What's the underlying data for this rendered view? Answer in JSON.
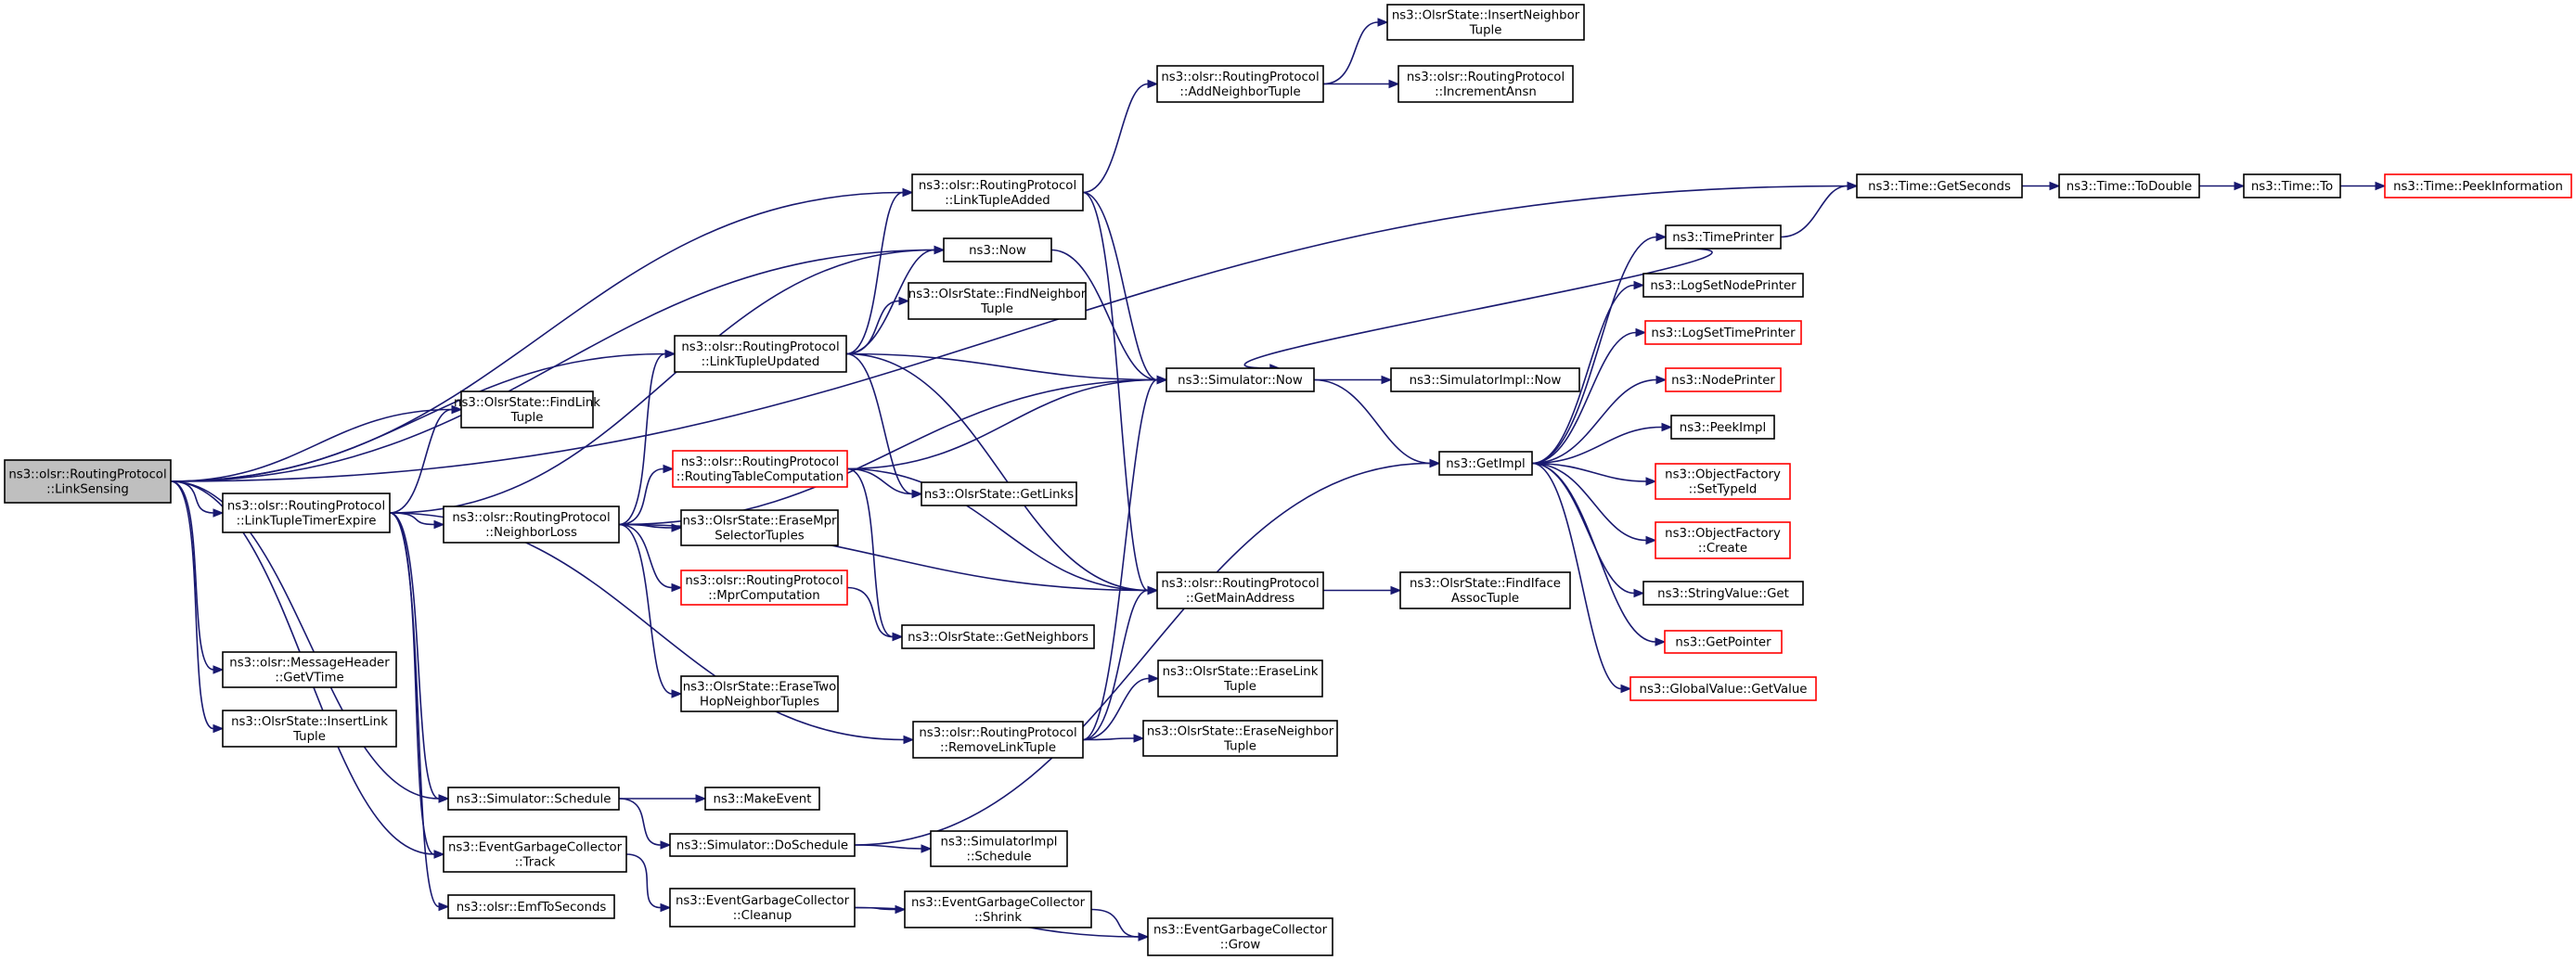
{
  "colors": {
    "edge": "#191970",
    "node_border": "#000000",
    "truncated_border": "#ff0000",
    "root_fill": "#bfbfbf"
  },
  "nodes": [
    {
      "id": "root",
      "lines": [
        "ns3::olsr::RoutingProtocol",
        "::LinkSensing"
      ],
      "style": "root"
    },
    {
      "id": "linkTupleTimerExpire",
      "lines": [
        "ns3::olsr::RoutingProtocol",
        "::LinkTupleTimerExpire"
      ],
      "style": "normal"
    },
    {
      "id": "getVTime",
      "lines": [
        "ns3::olsr::MessageHeader",
        "::GetVTime"
      ],
      "style": "normal"
    },
    {
      "id": "insertLinkTuple",
      "lines": [
        "ns3::OlsrState::InsertLink",
        "Tuple"
      ],
      "style": "normal"
    },
    {
      "id": "findLinkTuple",
      "lines": [
        "ns3::OlsrState::FindLink",
        "Tuple"
      ],
      "style": "normal"
    },
    {
      "id": "neighborLoss",
      "lines": [
        "ns3::olsr::RoutingProtocol",
        "::NeighborLoss"
      ],
      "style": "normal"
    },
    {
      "id": "linkTupleUpdated",
      "lines": [
        "ns3::olsr::RoutingProtocol",
        "::LinkTupleUpdated"
      ],
      "style": "normal"
    },
    {
      "id": "eraseTwoHop",
      "lines": [
        "ns3::OlsrState::EraseTwo",
        "HopNeighborTuples"
      ],
      "style": "normal"
    },
    {
      "id": "simSchedule",
      "lines": [
        "ns3::Simulator::Schedule"
      ],
      "style": "normal"
    },
    {
      "id": "egcTrack",
      "lines": [
        "ns3::EventGarbageCollector",
        "::Track"
      ],
      "style": "normal"
    },
    {
      "id": "emfToSeconds",
      "lines": [
        "ns3::olsr::EmfToSeconds"
      ],
      "style": "normal"
    },
    {
      "id": "routingTableComputation",
      "lines": [
        "ns3::olsr::RoutingProtocol",
        "::RoutingTableComputation"
      ],
      "style": "red"
    },
    {
      "id": "eraseMprSelector",
      "lines": [
        "ns3::OlsrState::EraseMpr",
        "SelectorTuples"
      ],
      "style": "normal"
    },
    {
      "id": "mprComputation",
      "lines": [
        "ns3::olsr::RoutingProtocol",
        "::MprComputation"
      ],
      "style": "red"
    },
    {
      "id": "makeEvent",
      "lines": [
        "ns3::MakeEvent"
      ],
      "style": "normal"
    },
    {
      "id": "doSchedule",
      "lines": [
        "ns3::Simulator::DoSchedule"
      ],
      "style": "normal"
    },
    {
      "id": "egcCleanup",
      "lines": [
        "ns3::EventGarbageCollector",
        "::Cleanup"
      ],
      "style": "normal"
    },
    {
      "id": "linkTupleAdded",
      "lines": [
        "ns3::olsr::RoutingProtocol",
        "::LinkTupleAdded"
      ],
      "style": "normal"
    },
    {
      "id": "now",
      "lines": [
        "ns3::Now"
      ],
      "style": "normal"
    },
    {
      "id": "findNeighborTuple",
      "lines": [
        "ns3::OlsrState::FindNeighbor",
        "Tuple"
      ],
      "style": "normal"
    },
    {
      "id": "getLinks",
      "lines": [
        "ns3::OlsrState::GetLinks"
      ],
      "style": "normal"
    },
    {
      "id": "getNeighbors",
      "lines": [
        "ns3::OlsrState::GetNeighbors"
      ],
      "style": "normal"
    },
    {
      "id": "removeLinkTuple",
      "lines": [
        "ns3::olsr::RoutingProtocol",
        "::RemoveLinkTuple"
      ],
      "style": "normal"
    },
    {
      "id": "simImplSchedule",
      "lines": [
        "ns3::SimulatorImpl",
        "::Schedule"
      ],
      "style": "normal"
    },
    {
      "id": "egcShrink",
      "lines": [
        "ns3::EventGarbageCollector",
        "::Shrink"
      ],
      "style": "normal"
    },
    {
      "id": "addNeighborTuple",
      "lines": [
        "ns3::olsr::RoutingProtocol",
        "::AddNeighborTuple"
      ],
      "style": "normal"
    },
    {
      "id": "simNow",
      "lines": [
        "ns3::Simulator::Now"
      ],
      "style": "normal"
    },
    {
      "id": "getMainAddress",
      "lines": [
        "ns3::olsr::RoutingProtocol",
        "::GetMainAddress"
      ],
      "style": "normal"
    },
    {
      "id": "eraseLinkTuple",
      "lines": [
        "ns3::OlsrState::EraseLink",
        "Tuple"
      ],
      "style": "normal"
    },
    {
      "id": "eraseNeighborTuple",
      "lines": [
        "ns3::OlsrState::EraseNeighbor",
        "Tuple"
      ],
      "style": "normal"
    },
    {
      "id": "egcGrow",
      "lines": [
        "ns3::EventGarbageCollector",
        "::Grow"
      ],
      "style": "normal"
    },
    {
      "id": "insertNeighborTuple",
      "lines": [
        "ns3::OlsrState::InsertNeighbor",
        "Tuple"
      ],
      "style": "normal"
    },
    {
      "id": "incrementAnsn",
      "lines": [
        "ns3::olsr::RoutingProtocol",
        "::IncrementAnsn"
      ],
      "style": "normal"
    },
    {
      "id": "simImplNow",
      "lines": [
        "ns3::SimulatorImpl::Now"
      ],
      "style": "normal"
    },
    {
      "id": "findIfaceAssoc",
      "lines": [
        "ns3::OlsrState::FindIface",
        "AssocTuple"
      ],
      "style": "normal"
    },
    {
      "id": "getImpl",
      "lines": [
        "ns3::GetImpl"
      ],
      "style": "normal"
    },
    {
      "id": "timePrinter",
      "lines": [
        "ns3::TimePrinter"
      ],
      "style": "normal"
    },
    {
      "id": "logSetNodePrinter",
      "lines": [
        "ns3::LogSetNodePrinter"
      ],
      "style": "normal"
    },
    {
      "id": "logSetTimePrinter",
      "lines": [
        "ns3::LogSetTimePrinter"
      ],
      "style": "red"
    },
    {
      "id": "nodePrinter",
      "lines": [
        "ns3::NodePrinter"
      ],
      "style": "red"
    },
    {
      "id": "peekImpl",
      "lines": [
        "ns3::PeekImpl"
      ],
      "style": "normal"
    },
    {
      "id": "setTypeId",
      "lines": [
        "ns3::ObjectFactory",
        "::SetTypeId"
      ],
      "style": "red"
    },
    {
      "id": "create",
      "lines": [
        "ns3::ObjectFactory",
        "::Create"
      ],
      "style": "red"
    },
    {
      "id": "stringValueGet",
      "lines": [
        "ns3::StringValue::Get"
      ],
      "style": "normal"
    },
    {
      "id": "getPointer",
      "lines": [
        "ns3::GetPointer"
      ],
      "style": "red"
    },
    {
      "id": "globalValueGetValue",
      "lines": [
        "ns3::GlobalValue::GetValue"
      ],
      "style": "red"
    },
    {
      "id": "timeGetSeconds",
      "lines": [
        "ns3::Time::GetSeconds"
      ],
      "style": "normal"
    },
    {
      "id": "timeToDouble",
      "lines": [
        "ns3::Time::ToDouble"
      ],
      "style": "normal"
    },
    {
      "id": "timeTo",
      "lines": [
        "ns3::Time::To"
      ],
      "style": "normal"
    },
    {
      "id": "peekInformation",
      "lines": [
        "ns3::Time::PeekInformation"
      ],
      "style": "red"
    }
  ],
  "edges": [
    [
      "root",
      "linkTupleTimerExpire"
    ],
    [
      "root",
      "getVTime"
    ],
    [
      "root",
      "insertLinkTuple"
    ],
    [
      "root",
      "findLinkTuple"
    ],
    [
      "root",
      "linkTupleUpdated"
    ],
    [
      "root",
      "linkTupleAdded"
    ],
    [
      "root",
      "now"
    ],
    [
      "root",
      "timeGetSeconds"
    ],
    [
      "root",
      "simSchedule"
    ],
    [
      "root",
      "egcTrack"
    ],
    [
      "linkTupleTimerExpire",
      "findLinkTuple"
    ],
    [
      "linkTupleTimerExpire",
      "neighborLoss"
    ],
    [
      "linkTupleTimerExpire",
      "now"
    ],
    [
      "linkTupleTimerExpire",
      "removeLinkTuple"
    ],
    [
      "linkTupleTimerExpire",
      "simSchedule"
    ],
    [
      "linkTupleTimerExpire",
      "egcTrack"
    ],
    [
      "linkTupleTimerExpire",
      "emfToSeconds"
    ],
    [
      "neighborLoss",
      "linkTupleUpdated"
    ],
    [
      "neighborLoss",
      "routingTableComputation"
    ],
    [
      "neighborLoss",
      "eraseMprSelector"
    ],
    [
      "neighborLoss",
      "mprComputation"
    ],
    [
      "neighborLoss",
      "eraseTwoHop"
    ],
    [
      "neighborLoss",
      "simNow"
    ],
    [
      "neighborLoss",
      "getMainAddress"
    ],
    [
      "linkTupleUpdated",
      "linkTupleAdded"
    ],
    [
      "linkTupleUpdated",
      "now"
    ],
    [
      "linkTupleUpdated",
      "findNeighborTuple"
    ],
    [
      "linkTupleUpdated",
      "simNow"
    ],
    [
      "linkTupleUpdated",
      "getLinks"
    ],
    [
      "linkTupleUpdated",
      "getMainAddress"
    ],
    [
      "routingTableComputation",
      "getLinks"
    ],
    [
      "routingTableComputation",
      "getNeighbors"
    ],
    [
      "routingTableComputation",
      "getMainAddress"
    ],
    [
      "routingTableComputation",
      "simNow"
    ],
    [
      "mprComputation",
      "getNeighbors"
    ],
    [
      "linkTupleAdded",
      "addNeighborTuple"
    ],
    [
      "linkTupleAdded",
      "simNow"
    ],
    [
      "linkTupleAdded",
      "getMainAddress"
    ],
    [
      "now",
      "simNow"
    ],
    [
      "addNeighborTuple",
      "insertNeighborTuple"
    ],
    [
      "addNeighborTuple",
      "incrementAnsn"
    ],
    [
      "removeLinkTuple",
      "simNow"
    ],
    [
      "removeLinkTuple",
      "getMainAddress"
    ],
    [
      "removeLinkTuple",
      "eraseLinkTuple"
    ],
    [
      "removeLinkTuple",
      "eraseNeighborTuple"
    ],
    [
      "simSchedule",
      "makeEvent"
    ],
    [
      "simSchedule",
      "doSchedule"
    ],
    [
      "doSchedule",
      "simImplSchedule"
    ],
    [
      "doSchedule",
      "getImpl"
    ],
    [
      "egcTrack",
      "egcCleanup"
    ],
    [
      "egcCleanup",
      "egcShrink"
    ],
    [
      "egcCleanup",
      "egcGrow"
    ],
    [
      "egcShrink",
      "egcGrow"
    ],
    [
      "simNow",
      "simImplNow"
    ],
    [
      "simNow",
      "getImpl"
    ],
    [
      "getMainAddress",
      "findIfaceAssoc"
    ],
    [
      "getImpl",
      "timePrinter"
    ],
    [
      "getImpl",
      "logSetNodePrinter"
    ],
    [
      "getImpl",
      "logSetTimePrinter"
    ],
    [
      "getImpl",
      "nodePrinter"
    ],
    [
      "getImpl",
      "peekImpl"
    ],
    [
      "getImpl",
      "setTypeId"
    ],
    [
      "getImpl",
      "create"
    ],
    [
      "getImpl",
      "stringValueGet"
    ],
    [
      "getImpl",
      "getPointer"
    ],
    [
      "getImpl",
      "globalValueGetValue"
    ],
    [
      "timePrinter",
      "simNow"
    ],
    [
      "timePrinter",
      "timeGetSeconds"
    ],
    [
      "timeGetSeconds",
      "timeToDouble"
    ],
    [
      "timeToDouble",
      "timeTo"
    ],
    [
      "timeTo",
      "peekInformation"
    ]
  ]
}
